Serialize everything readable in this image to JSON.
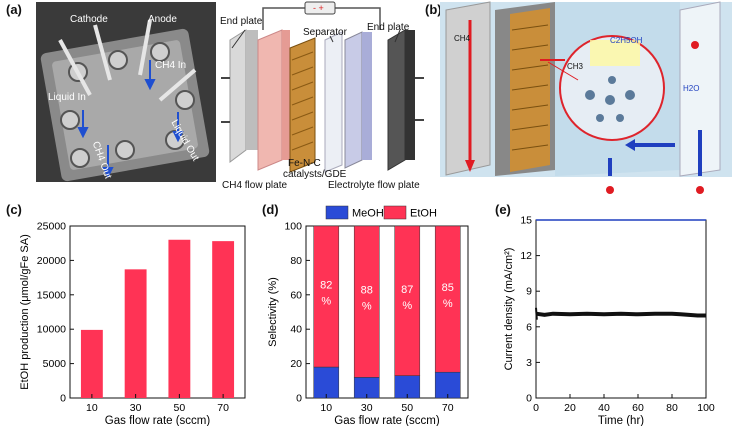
{
  "panels": {
    "a": "(a)",
    "b": "(b)",
    "c": "(c)",
    "d": "(d)",
    "e": "(e)"
  },
  "photo_labels": {
    "cathode": "Cathode",
    "anode": "Anode",
    "ch4_in": "CH4 In",
    "liquid_in": "Liquid In",
    "liquid_out": "Liquid Out",
    "ch4_out": "CH4 Out"
  },
  "cell_labels": {
    "end_plate_left": "End plate",
    "separator": "Separator",
    "end_plate_right": "End plate",
    "catalyst_line1": "Fe-N-C",
    "catalyst_line2": "catalysts/GDE",
    "ch4_flow_plate": "CH4 flow plate",
    "electrolyte_flow_plate": "Electrolyte flow plate"
  },
  "schematic_labels": {
    "ch4": "CH4",
    "ch3": "CH3",
    "c2h5oh": "C2H5OH",
    "h2o": "H2O"
  },
  "colors": {
    "bar": "#ff3355",
    "meoh": "#2a4bd7",
    "etoh": "#ff3355",
    "line": "#111111",
    "accent_top": "#1f3fbf"
  },
  "chart_data": [
    {
      "id": "c",
      "type": "bar",
      "categories": [
        "10",
        "30",
        "50",
        "70"
      ],
      "values": [
        9900,
        18700,
        23000,
        22800
      ],
      "xlabel": "Gas flow rate (sccm)",
      "ylabel": "EtOH production (μmol/gFe SA)",
      "ylim": [
        0,
        25000
      ],
      "yticks": [
        0,
        5000,
        10000,
        15000,
        20000,
        25000
      ]
    },
    {
      "id": "d",
      "type": "bar",
      "stacked": true,
      "categories": [
        "10",
        "30",
        "50",
        "70"
      ],
      "series": [
        {
          "name": "MeOH",
          "values": [
            18,
            12,
            13,
            15
          ]
        },
        {
          "name": "EtOH",
          "values": [
            82,
            88,
            87,
            85
          ]
        }
      ],
      "data_labels": [
        "82",
        "88",
        "87",
        "85"
      ],
      "data_label_unit": "%",
      "xlabel": "Gas flow rate (sccm)",
      "ylabel": "Selectivity (%)",
      "ylim": [
        0,
        100
      ],
      "yticks": [
        0,
        20,
        40,
        60,
        80,
        100
      ],
      "legend": "top"
    },
    {
      "id": "e",
      "type": "line",
      "x": [
        0,
        5,
        10,
        20,
        30,
        40,
        50,
        60,
        70,
        80,
        85,
        90,
        95,
        100
      ],
      "y": [
        7.1,
        7.0,
        7.1,
        7.05,
        7.1,
        7.05,
        7.1,
        7.05,
        7.1,
        7.1,
        7.05,
        7.0,
        6.95,
        6.95
      ],
      "xlabel": "Time (hr)",
      "ylabel": "Current density (mA/cm²)",
      "xlim": [
        0,
        100
      ],
      "ylim": [
        0,
        15
      ],
      "xticks": [
        0,
        20,
        40,
        60,
        80,
        100
      ],
      "yticks": [
        0,
        3,
        6,
        9,
        12,
        15
      ]
    }
  ]
}
